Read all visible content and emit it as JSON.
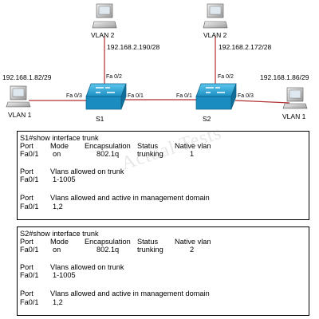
{
  "topology": {
    "pc_vlan2_left": {
      "label": "VLAN 2",
      "ip": "192.168.2.190/28"
    },
    "pc_vlan2_right": {
      "label": "VLAN 2",
      "ip": "192.168.2.172/28"
    },
    "pc_vlan1_left": {
      "label": "VLAN 1",
      "ip": "192.168.1.82/29"
    },
    "pc_vlan1_right": {
      "label": "VLAN 1",
      "ip": "192.168.1.86/29"
    },
    "s1": {
      "name": "S1",
      "port_up": "Fa 0/2",
      "port_left": "Fa 0/3",
      "port_right": "Fa 0/1"
    },
    "s2": {
      "name": "S2",
      "port_up": "Fa 0/2",
      "port_left": "Fa 0/1",
      "port_right": "Fa 0/3"
    },
    "link_color": "#b03030",
    "switch_color": "#2aa7d8"
  },
  "watermark": "Actual Tests",
  "s1_output": {
    "command": "S1#show interface trunk",
    "h_port": "Port",
    "h_mode": "Mode",
    "h_encap": "Encapsulation",
    "h_status": "Status",
    "h_native": "Native vlan",
    "r_port": "Fa0/1",
    "r_mode": "on",
    "r_encap": "802.1q",
    "r_status": "trunking",
    "r_native": "1",
    "allowed_h_port": "Port",
    "allowed_h_label": "Vlans allowed on trunk",
    "allowed_port": "Fa0/1",
    "allowed_value": "1-1005",
    "active_h_port": "Port",
    "active_h_label": "Vlans allowed and active in management domain",
    "active_port": "Fa0/1",
    "active_value": "1,2"
  },
  "s2_output": {
    "command": "S2#show interface trunk",
    "h_port": "Port",
    "h_mode": "Mode",
    "h_encap": "Encapsulation",
    "h_status": "Status",
    "h_native": "Native vlan",
    "r_port": "Fa0/1",
    "r_mode": "on",
    "r_encap": "802.1q",
    "r_status": "trunking",
    "r_native": "2",
    "allowed_h_port": "Port",
    "allowed_h_label": "Vlans allowed on trunk",
    "allowed_port": "Fa0/1",
    "allowed_value": "1-1005",
    "active_h_port": "Port",
    "active_h_label": "Vlans allowed and active in management domain",
    "active_port": "Fa0/1",
    "active_value": "1,2"
  }
}
